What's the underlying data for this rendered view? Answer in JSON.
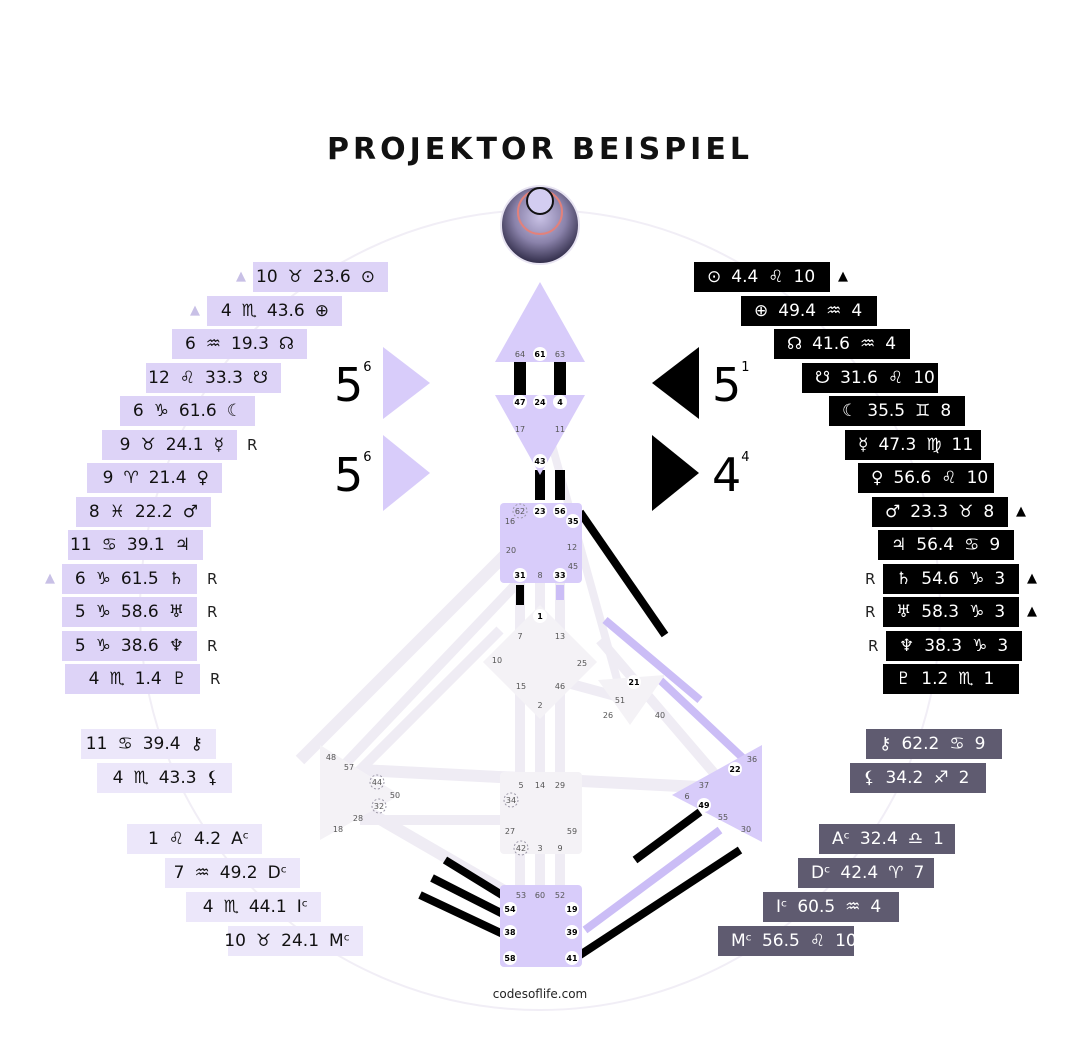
{
  "title": "PROJEKTOR BEISPIEL",
  "footer": "codesoflife.com",
  "colors": {
    "design_bar": "#ddd3f7",
    "light_bar": "#ece7fa",
    "personality_bar": "#000000",
    "grey_bar": "#5f5b70",
    "defined_center": "#d8ccfa",
    "open_center": "#f4f2f6",
    "channel_open": "#efecf4"
  },
  "arrows": {
    "left_top": {
      "value": "5",
      "sup": "6"
    },
    "left_bottom": {
      "value": "5",
      "sup": "6"
    },
    "right_top": {
      "value": "5",
      "sup": "1"
    },
    "right_bottom": {
      "value": "4",
      "sup": "4"
    }
  },
  "design": [
    {
      "gate": "10",
      "sign": "♉",
      "deg": "23.6",
      "planet": "⊙",
      "pre": "▲"
    },
    {
      "gate": "4",
      "sign": "♏",
      "deg": "43.6",
      "planet": "⊕",
      "pre": "▲"
    },
    {
      "gate": "6",
      "sign": "♒",
      "deg": "19.3",
      "planet": "☊"
    },
    {
      "gate": "12",
      "sign": "♌",
      "deg": "33.3",
      "planet": "☋"
    },
    {
      "gate": "6",
      "sign": "♑",
      "deg": "61.6",
      "planet": "☾"
    },
    {
      "gate": "9",
      "sign": "♉",
      "deg": "24.1",
      "planet": "☿",
      "post": "R"
    },
    {
      "gate": "9",
      "sign": "♈",
      "deg": "21.4",
      "planet": "♀"
    },
    {
      "gate": "8",
      "sign": "♓",
      "deg": "22.2",
      "planet": "♂"
    },
    {
      "gate": "11",
      "sign": "♋",
      "deg": "39.1",
      "planet": "♃"
    },
    {
      "gate": "6",
      "sign": "♑",
      "deg": "61.5",
      "planet": "♄",
      "pre": "▲",
      "post": "R"
    },
    {
      "gate": "5",
      "sign": "♑",
      "deg": "58.6",
      "planet": "♅",
      "post": "R"
    },
    {
      "gate": "5",
      "sign": "♑",
      "deg": "38.6",
      "planet": "♆",
      "post": "R"
    },
    {
      "gate": "4",
      "sign": "♏",
      "deg": "1.4",
      "planet": "♇",
      "post": "R"
    }
  ],
  "design_extra": [
    {
      "gate": "11",
      "sign": "♋",
      "deg": "39.4",
      "planet": "⚷"
    },
    {
      "gate": "4",
      "sign": "♏",
      "deg": "43.3",
      "planet": "⚸"
    }
  ],
  "design_angles": [
    {
      "gate": "1",
      "sign": "♌",
      "deg": "4.2",
      "planet": "Aᶜ"
    },
    {
      "gate": "7",
      "sign": "♒",
      "deg": "49.2",
      "planet": "Dᶜ"
    },
    {
      "gate": "4",
      "sign": "♏",
      "deg": "44.1",
      "planet": "Iᶜ"
    },
    {
      "gate": "10",
      "sign": "♉",
      "deg": "24.1",
      "planet": "Mᶜ"
    }
  ],
  "personality": [
    {
      "planet": "⊙",
      "deg": "4.4",
      "sign": "♌",
      "gate": "10",
      "post": "▲"
    },
    {
      "planet": "⊕",
      "deg": "49.4",
      "sign": "♒",
      "gate": "4"
    },
    {
      "planet": "☊",
      "deg": "41.6",
      "sign": "♒",
      "gate": "4"
    },
    {
      "planet": "☋",
      "deg": "31.6",
      "sign": "♌",
      "gate": "10"
    },
    {
      "planet": "☾",
      "deg": "35.5",
      "sign": "♊",
      "gate": "8"
    },
    {
      "planet": "☿",
      "deg": "47.3",
      "sign": "♍",
      "gate": "11"
    },
    {
      "planet": "♀",
      "deg": "56.6",
      "sign": "♌",
      "gate": "10"
    },
    {
      "planet": "♂",
      "deg": "23.3",
      "sign": "♉",
      "gate": "8",
      "post": "▲"
    },
    {
      "planet": "♃",
      "deg": "56.4",
      "sign": "♋",
      "gate": "9"
    },
    {
      "planet": "♄",
      "deg": "54.6",
      "sign": "♑",
      "gate": "3",
      "pre": "R",
      "post": "▲"
    },
    {
      "planet": "♅",
      "deg": "58.3",
      "sign": "♑",
      "gate": "3",
      "pre": "R",
      "post": "▲"
    },
    {
      "planet": "♆",
      "deg": "38.3",
      "sign": "♑",
      "gate": "3",
      "pre": "R"
    },
    {
      "planet": "♇",
      "deg": "1.2",
      "sign": "♏",
      "gate": "1"
    }
  ],
  "personality_extra": [
    {
      "planet": "⚷",
      "deg": "62.2",
      "sign": "♋",
      "gate": "9"
    },
    {
      "planet": "⚸",
      "deg": "34.2",
      "sign": "♐",
      "gate": "2"
    }
  ],
  "personality_angles": [
    {
      "planet": "Aᶜ",
      "deg": "32.4",
      "sign": "♎",
      "gate": "1"
    },
    {
      "planet": "Dᶜ",
      "deg": "42.4",
      "sign": "♈",
      "gate": "7"
    },
    {
      "planet": "Iᶜ",
      "deg": "60.5",
      "sign": "♒",
      "gate": "4"
    },
    {
      "planet": "Mᶜ",
      "deg": "56.5",
      "sign": "♌",
      "gate": "10"
    }
  ],
  "gates": [
    "64",
    "61",
    "63",
    "47",
    "24",
    "4",
    "17",
    "11",
    "43",
    "62",
    "23",
    "56",
    "16",
    "35",
    "20",
    "12",
    "45",
    "31",
    "8",
    "33",
    "1",
    "7",
    "13",
    "10",
    "25",
    "15",
    "46",
    "2",
    "21",
    "51",
    "26",
    "40",
    "48",
    "57",
    "44",
    "50",
    "32",
    "28",
    "18",
    "36",
    "22",
    "37",
    "6",
    "49",
    "55",
    "30",
    "5",
    "14",
    "29",
    "34",
    "27",
    "59",
    "42",
    "3",
    "9",
    "53",
    "60",
    "52",
    "54",
    "19",
    "38",
    "39",
    "58",
    "41"
  ],
  "circled_gates": [
    "61",
    "47",
    "24",
    "4",
    "43",
    "23",
    "56",
    "35",
    "31",
    "33",
    "1",
    "21",
    "22",
    "49",
    "54",
    "19",
    "38",
    "39",
    "58",
    "41"
  ],
  "dashed_gates": [
    "62",
    "44",
    "32",
    "34",
    "42"
  ]
}
